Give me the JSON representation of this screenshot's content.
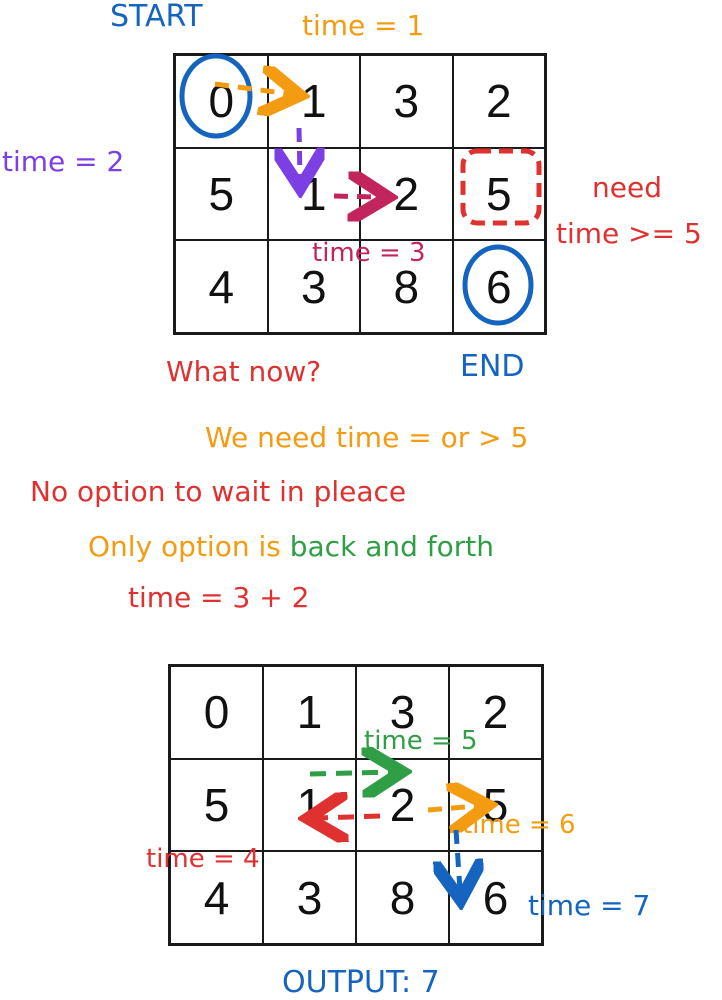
{
  "colors": {
    "blue": "#1565c0",
    "orange": "#f39c12",
    "purple": "#7b3fe4",
    "red": "#e03131",
    "crimson": "#c2255c",
    "green": "#2f9e44",
    "grid": "#1a1a1a"
  },
  "labels": {
    "start": "START",
    "end": "END",
    "top_time1": "time = 1",
    "top_time2": "time = 2",
    "top_time3": "time = 3",
    "need_1": "need",
    "need_2": "time >= 5",
    "what_now": "What now?",
    "line1": "We need time = or > 5",
    "line2": "No option to wait in pleace",
    "line3a": "Only option is ",
    "line3b": "back and forth",
    "line4": "time = 3 + 2",
    "bot_time5": "time = 5",
    "bot_time6": "time = 6",
    "bot_time4": "time = 4",
    "bot_time7": "time = 7",
    "output": "OUTPUT: 7"
  },
  "grid_top": [
    [
      "0",
      "1",
      "3",
      "2"
    ],
    [
      "5",
      "1",
      "2",
      "5"
    ],
    [
      "4",
      "3",
      "8",
      "6"
    ]
  ],
  "grid_bottom": [
    [
      "0",
      "1",
      "3",
      "2"
    ],
    [
      "5",
      "1",
      "2",
      "5"
    ],
    [
      "4",
      "3",
      "8",
      "6"
    ]
  ]
}
